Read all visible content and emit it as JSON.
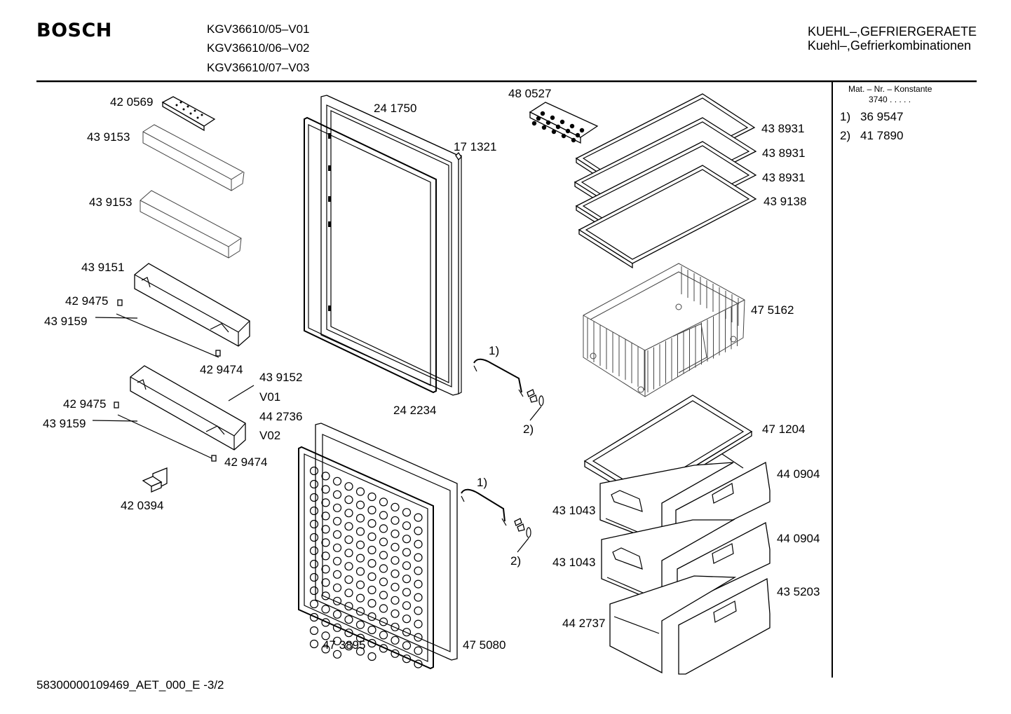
{
  "header": {
    "brand": "BOSCH",
    "models": [
      "KGV36610/05–V01",
      "KGV36610/06–V02",
      "KGV36610/07–V03"
    ],
    "category_line1": "KUEHL–,GEFRIERGERAETE",
    "category_line2": "Kuehl–,Gefrierkombinationen"
  },
  "side_panel": {
    "title": "Mat. – Nr. – Konstante",
    "constant": "3740 .  .  .  .  .",
    "entries": [
      {
        "key": "1)",
        "value": "36 9547"
      },
      {
        "key": "2)",
        "value": "41 7890"
      }
    ]
  },
  "labels": {
    "p420569": "42 0569",
    "p439153a": "43 9153",
    "p439153b": "43 9153",
    "p439151": "43 9151",
    "p429475a": "42 9475",
    "p439159a": "43 9159",
    "p429474a": "42 9474",
    "p439152": "43 9152",
    "v01": "V01",
    "p442736": "44 2736",
    "v02": "V02",
    "p429475b": "42 9475",
    "p439159b": "43 9159",
    "p429474b": "42 9474",
    "p420394": "42 0394",
    "p241750": "24 1750",
    "p171321": "17 1321",
    "p242234": "24 2234",
    "n1a": "1)",
    "n2a": "2)",
    "n1b": "1)",
    "n2b": "2)",
    "p473895": "47 3895",
    "p475080": "47 5080",
    "p480527": "48 0527",
    "p438931a": "43 8931",
    "p438931b": "43 8931",
    "p438931c": "43 8931",
    "p439138": "43 9138",
    "p475162": "47 5162",
    "p471204": "47 1204",
    "p440904a": "44 0904",
    "p431043a": "43 1043",
    "p440904b": "44 0904",
    "p431043b": "43 1043",
    "p435203": "43 5203",
    "p442737": "44 2737"
  },
  "footer": {
    "doc_id": "58300000109469_AET_000_E -3/2"
  }
}
